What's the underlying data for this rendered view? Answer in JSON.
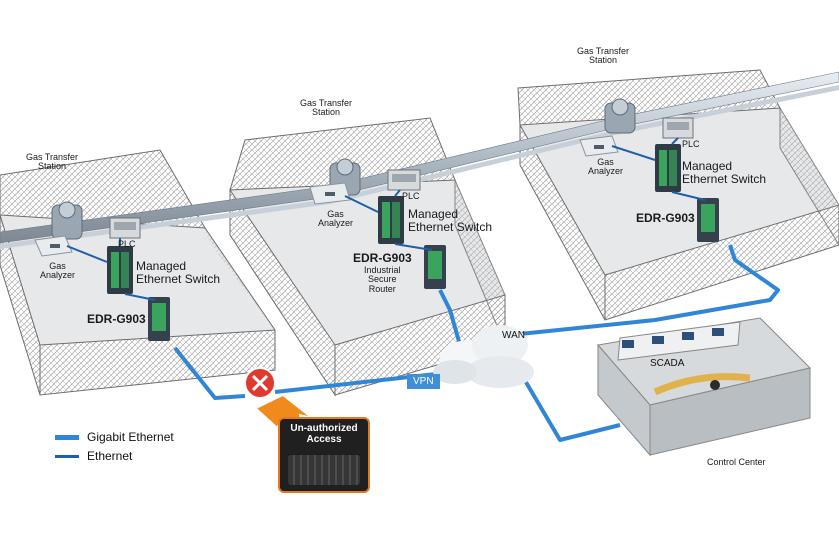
{
  "stations": [
    {
      "title": "Gas Transfer\nStation",
      "analyzer": "Gas\nAnalyzer",
      "plc": "PLC",
      "switch": "Managed\nEthernet Switch",
      "router": "EDR-G903"
    },
    {
      "title": "Gas Transfer\nStation",
      "analyzer": "Gas\nAnalyzer",
      "plc": "PLC",
      "switch": "Managed\nEthernet Switch",
      "router": "EDR-G903",
      "router_desc": "Industrial\nSecure\nRouter"
    },
    {
      "title": "Gas Transfer\nStation",
      "analyzer": "Gas\nAnalyzer",
      "plc": "PLC",
      "switch": "Managed\nEthernet Switch",
      "router": "EDR-G903"
    }
  ],
  "network": {
    "wan": "WAN",
    "vpn": "VPN"
  },
  "control_center": {
    "label": "Control Center",
    "scada": "SCADA"
  },
  "threat": {
    "label": "Un-authorized\nAccess"
  },
  "legend": {
    "items": [
      {
        "label": "Gigabit Ethernet",
        "color": "#2f86d6"
      },
      {
        "label": "Ethernet",
        "color": "#1f5fa8"
      }
    ]
  },
  "colors": {
    "gigabit": "#2f86d6",
    "ethernet": "#1f5fa8",
    "alert": "#e03a2f",
    "threat_border": "#e87722"
  }
}
